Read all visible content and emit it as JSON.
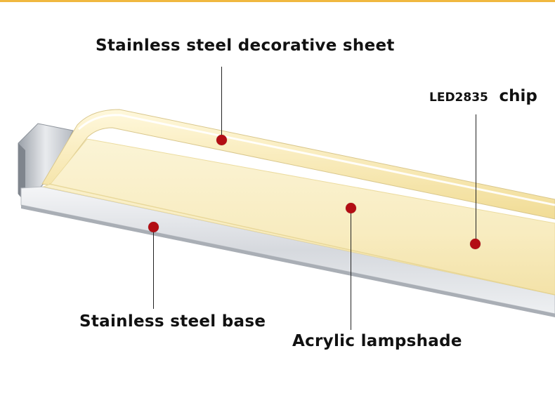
{
  "labels": {
    "decorative_sheet": "Stainless steel decorative sheet",
    "led_code": "LED2835",
    "led_word": "chip",
    "base": "Stainless steel base",
    "lampshade": "Acrylic lampshade"
  },
  "colors": {
    "marker": "#b30d14",
    "top_border": "#f0b840",
    "acrylic_panel": "#fbf0c8",
    "steel": "#c8ccd2"
  }
}
